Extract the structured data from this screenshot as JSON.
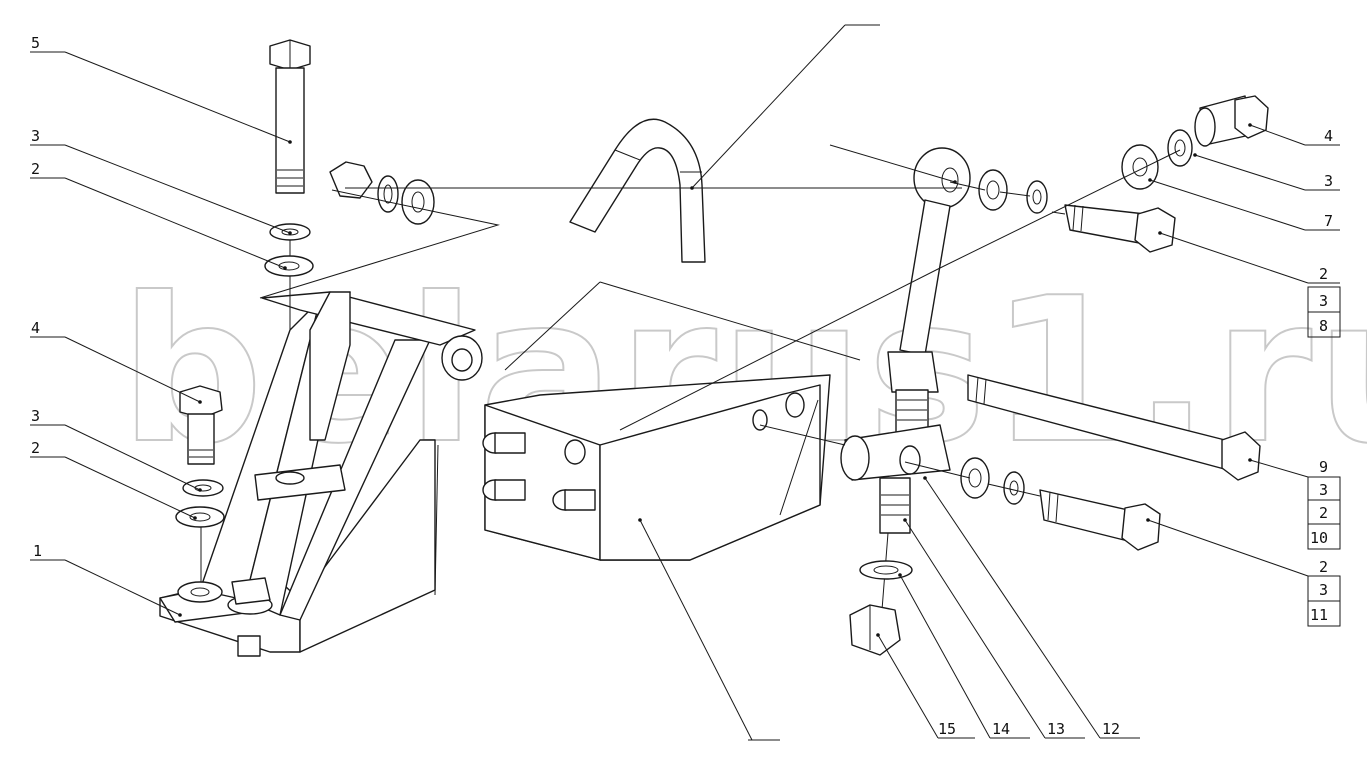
{
  "watermark": "belarus1.ru",
  "callouts": {
    "c5": "5",
    "c3a": "3",
    "c2a": "2",
    "c4a": "4",
    "c3b": "3",
    "c2b": "2",
    "c1": "1",
    "c4r": "4",
    "c3r": "3",
    "c7": "7",
    "g1_1": "2",
    "g1_2": "3",
    "g1_3": "8",
    "g2_1": "9",
    "g2_2": "3",
    "g2_3": "2",
    "g2_4": "10",
    "g3_1": "2",
    "g3_2": "3",
    "g3_3": "11",
    "c15": "15",
    "c14": "14",
    "c13": "13",
    "c12": "12"
  }
}
